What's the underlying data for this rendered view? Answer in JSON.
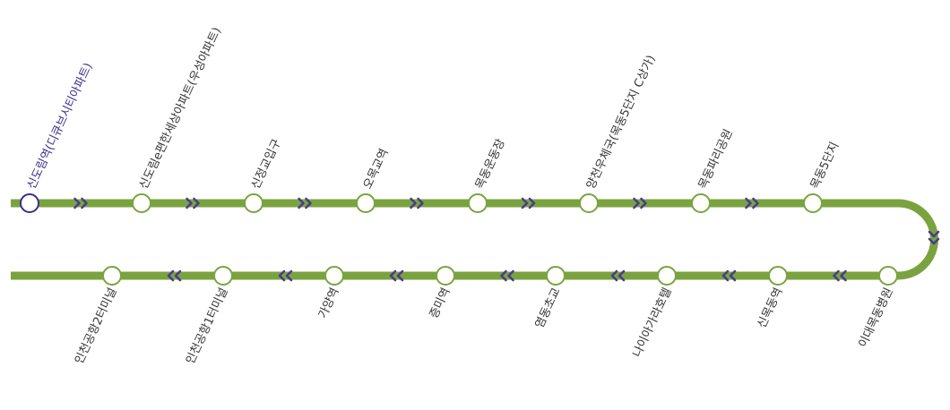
{
  "colors": {
    "line": "#7aa33f",
    "arrow": "#4b3a8f",
    "stop_fill": "#ffffff",
    "stop_stroke": "#7aa33f",
    "current_stroke": "#3d2c8d",
    "label": "#333333",
    "current_label": "#3d2c8d"
  },
  "icons": {
    "direction": "double-chevron-icon"
  },
  "current_stop": "신도림역(디큐브시티아파트)",
  "stops_top": [
    "신도림역(디큐브시티아파트)",
    "신도림e편한세상아파트(우성아파트)",
    "신정교입구",
    "오목교역",
    "목동운동장",
    "양천우체국(목동5단지 C상가)",
    "목동파리공원",
    "목동5단지"
  ],
  "stops_bottom": [
    "인천공항2터미널",
    "인천공항1터미널",
    "가양역",
    "증미역",
    "염동초교",
    "나이아가라호텔",
    "신목동역",
    "이대목동병원"
  ]
}
